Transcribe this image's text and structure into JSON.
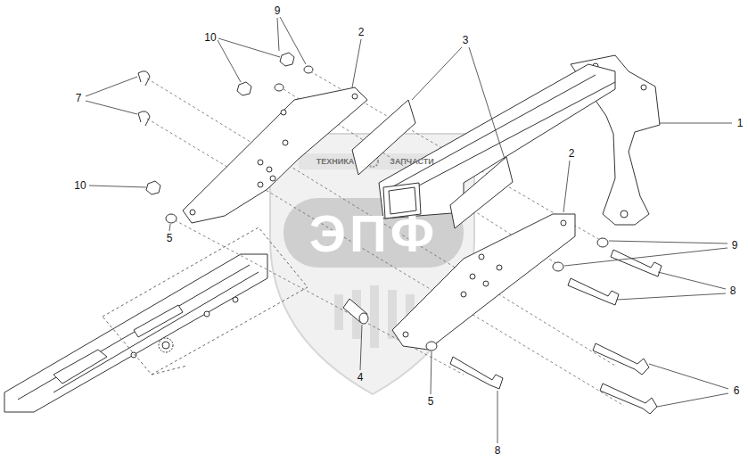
{
  "diagram": {
    "labels": [
      "9",
      "10",
      "2",
      "3",
      "7",
      "1",
      "2",
      "10",
      "5",
      "9",
      "8",
      "6",
      "4",
      "5",
      "8",
      "ЭПФ",
      "ТЕХНИКА",
      "ЗАПЧАСТИ"
    ]
  }
}
